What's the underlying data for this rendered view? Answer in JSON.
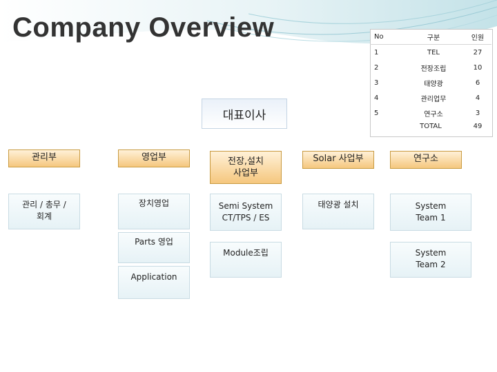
{
  "title": "Company Overview",
  "colors": {
    "department_fill": "#f6c98a",
    "department_border": "#c89a40",
    "sub_fill": "#eaf4f7",
    "sub_border": "#c8dbe3",
    "ceo_fill": "#eaf1f9"
  },
  "stats": {
    "headers": [
      "No",
      "구분",
      "인원"
    ],
    "rows": [
      [
        "1",
        "TEL",
        "27"
      ],
      [
        "2",
        "전장조립",
        "10"
      ],
      [
        "3",
        "태양광",
        "6"
      ],
      [
        "4",
        "관리업무",
        "4"
      ],
      [
        "5",
        "연구소",
        "3"
      ]
    ],
    "total_label": "TOTAL",
    "total_value": "49"
  },
  "ceo": "대표이사",
  "departments": [
    {
      "name": "관리부",
      "children": [
        "관리 / 총무 /\n회계"
      ]
    },
    {
      "name": "영업부",
      "children": [
        "장치영업",
        "Parts 영업",
        "Application"
      ]
    },
    {
      "name": "전장,설치\n사업부",
      "children": [
        "Semi System\nCT/TPS / ES",
        "Module조립"
      ]
    },
    {
      "name": "Solar 사업부",
      "children": [
        "태양광 설치"
      ]
    },
    {
      "name": "연구소",
      "children": [
        "System\nTeam 1",
        "System\nTeam 2"
      ]
    }
  ]
}
